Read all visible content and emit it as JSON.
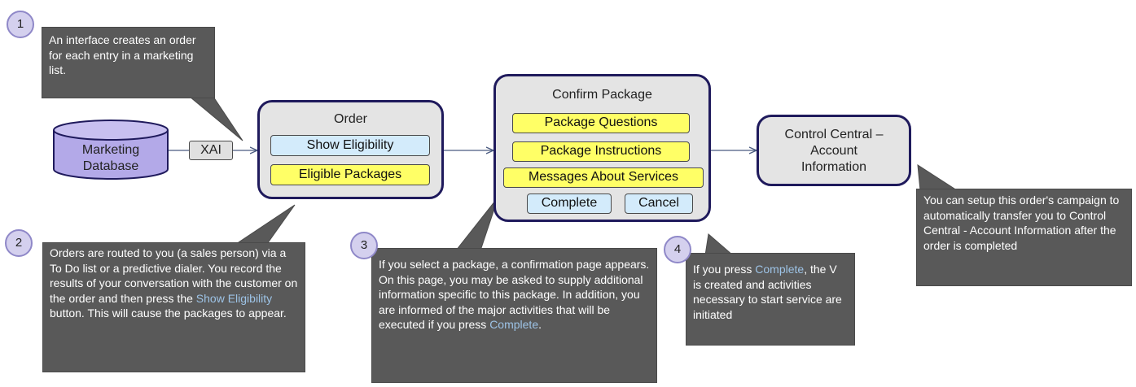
{
  "callouts": {
    "c1": {
      "step": "1",
      "text": "An interface creates an order for each entry in a marketing list."
    },
    "c2": {
      "step": "2",
      "text_before": "Orders are routed to you (a sales person) via a To Do list or a predictive dialer.  You record the results of your conversation with the customer on the order and then press the ",
      "link": "Show Eligibility",
      "text_after": " button.  This will cause the packages to appear."
    },
    "c3": {
      "step": "3",
      "text_before": "If you select a package, a confirmation page appears.  On this page, you may be asked to supply additional information specific to this package.  In addition, you are informed of the major activities that will be executed if you press ",
      "link": "Complete",
      "text_after": "."
    },
    "c4": {
      "step": "4",
      "text_before": "If you press ",
      "link": "Complete",
      "text_after": ", the V is created and activities necessary to start service are initiated"
    },
    "c5": {
      "text": "You can setup this order's campaign to automatically transfer you to Control Central - Account Information after the order is completed"
    }
  },
  "database": {
    "line1": "Marketing",
    "line2": "Database"
  },
  "xai": {
    "label": "XAI"
  },
  "order_screen": {
    "title": "Order",
    "show_eligibility": "Show Eligibility",
    "eligible_packages": "Eligible Packages"
  },
  "confirm_screen": {
    "title": "Confirm Package",
    "package_questions": "Package Questions",
    "package_instructions": "Package Instructions",
    "messages_about_services": "Messages About Services",
    "complete": "Complete",
    "cancel": "Cancel"
  },
  "control_central": {
    "line1": "Control Central –",
    "line2": "Account",
    "line3": "Information"
  },
  "colors": {
    "callout_bg": "#595959",
    "callout_link": "#9dc3e6",
    "screen_border": "#1f1a5c",
    "screen_bg": "#e4e4e4",
    "database_fill": "#b3a9e8",
    "button_blue": "#d3ebfb",
    "button_yellow": "#ffff66",
    "step_circle": "#d4d0ee"
  }
}
